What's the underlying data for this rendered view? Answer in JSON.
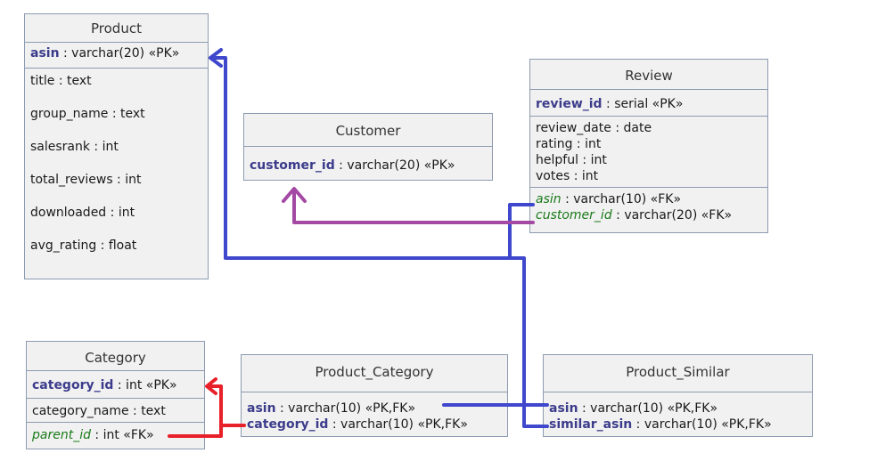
{
  "entities": {
    "product": {
      "title": "Product",
      "pk_name": "asin",
      "pk_type": " : varchar(20) «PK»",
      "attrs": [
        "title : text",
        "group_name : text",
        "salesrank : int",
        "total_reviews : int",
        "downloaded : int",
        "avg_rating : float"
      ]
    },
    "customer": {
      "title": "Customer",
      "pk_name": "customer_id",
      "pk_type": " : varchar(20) «PK»"
    },
    "review": {
      "title": "Review",
      "pk_name": "review_id",
      "pk_type": " : serial «PK»",
      "attrs": [
        "review_date : date",
        "rating : int",
        "helpful : int",
        "votes : int"
      ],
      "fks": [
        {
          "name": "asin",
          "type": " : varchar(10) «FK»"
        },
        {
          "name": "customer_id",
          "type": " : varchar(20) «FK»"
        }
      ]
    },
    "category": {
      "title": "Category",
      "pk_name": "category_id",
      "pk_type": " : int «PK»",
      "attrs": [
        "category_name : text"
      ],
      "fks": [
        {
          "name": "parent_id",
          "type": " : int «FK»"
        }
      ]
    },
    "product_category": {
      "title": "Product_Category",
      "keys": [
        {
          "name": "asin",
          "type": " : varchar(10) «PK,FK»"
        },
        {
          "name": "category_id",
          "type": " : varchar(10) «PK,FK»"
        }
      ]
    },
    "product_similar": {
      "title": "Product_Similar",
      "keys": [
        {
          "name": "asin",
          "type": " : varchar(10) «PK,FK»"
        },
        {
          "name": "similar_asin",
          "type": " : varchar(10) «PK,FK»"
        }
      ]
    }
  },
  "colors": {
    "blue_link": "#3f48cc",
    "purple_link": "#a349a4",
    "red_link": "#e8202a"
  }
}
